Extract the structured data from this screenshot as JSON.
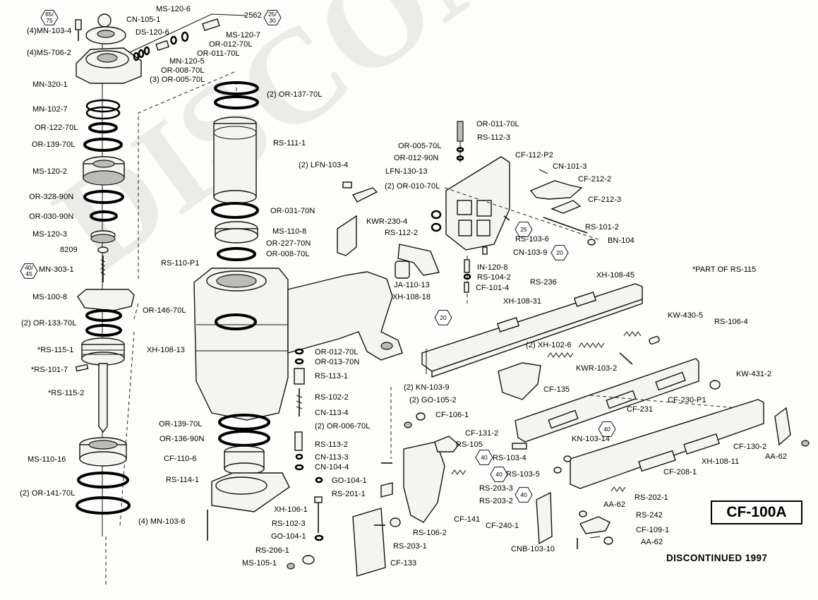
{
  "title": {
    "model": "CF-100A",
    "status": "DISCONTINUED 1997"
  },
  "note": "*PART OF RS-115",
  "watermark": "DISCONTINUED",
  "hex_badges": [
    {
      "line1": "65/",
      "line2": "75"
    },
    {
      "line1": "25/",
      "line2": "30"
    },
    {
      "line1": "40/",
      "line2": "45"
    },
    {
      "line1": "25",
      "line2": ""
    },
    {
      "line1": "20",
      "line2": ""
    },
    {
      "line1": "20",
      "line2": ""
    },
    {
      "line1": "40",
      "line2": ""
    },
    {
      "line1": "40",
      "line2": ""
    },
    {
      "line1": "40",
      "line2": ""
    },
    {
      "line1": "40",
      "line2": ""
    }
  ],
  "parts": {
    "left": [
      "(4)MN-103-4",
      "(4)MS-706-2",
      "MN-320-1",
      "MN-102-7",
      "OR-122-70L",
      "OR-139-70L",
      "MS-120-2",
      "OR-328-90N",
      "OR-030-90N",
      "MS-120-3",
      "8209",
      "MN-303-1",
      "MS-100-8",
      "(2) OR-133-70L",
      "*RS-115-1",
      "*RS-101-7",
      "*RS-115-2",
      "MS-110-16",
      "(2) OR-141-70L",
      "(4) MN-103-6"
    ],
    "cap": [
      "CN-105-1",
      "DS-120-6",
      "MS-120-6",
      "2562",
      "MS-120-7",
      "OR-012-70L",
      "OR-011-70L",
      "MN-120-5",
      "OR-008-70L",
      "(3) OR-005-70L"
    ],
    "center": [
      "(2) OR-137-70L",
      "RS-111-1",
      "OR-031-70N",
      "MS-110-8",
      "OR-227-70N",
      "OR-008-70L",
      "RS-110-P1",
      "OR-146-70L",
      "XH-108-13",
      "OR-012-70L",
      "OR-013-70N",
      "RS-113-1",
      "RS-102-2",
      "CN-113-4",
      "(2) OR-006-70L",
      "OR-139-70L",
      "OR-136-90N",
      "RS-113-2",
      "CF-110-6",
      "CN-113-3",
      "CN-104-4",
      "RS-114-1",
      "GO-104-1",
      "RS-201-1",
      "XH-106-1",
      "RS-102-3",
      "GO-104-1",
      "RS-206-1",
      "MS-105-1",
      "XH-108-18",
      "JA-110-13",
      "KWR-230-4",
      "RS-112-2",
      "(2) LFN-103-4",
      "LFN-130-13"
    ],
    "head": [
      "OR-011-70L",
      "RS-112-3",
      "OR-005-70L",
      "OR-012-90N",
      "CF-112-P2",
      "CN-101-3",
      "CF-212-2",
      "(2) OR-010-70L",
      "CF-212-3",
      "RS-101-2",
      "RS-103-6",
      "BN-104",
      "CN-103-9",
      "IN-120-8",
      "RS-104-2",
      "CF-101-4"
    ],
    "magazine": [
      "RS-236",
      "XH-108-45",
      "XH-108-31",
      "KW-430-5",
      "RS-106-4",
      "(2) XH-102-6",
      "KWR-103-2",
      "CF-135",
      "KW-431-2",
      "CF-230-P1",
      "CF-231",
      "CF-130-2",
      "AA-62",
      "(2) KN-103-9",
      "(2) GO-105-2",
      "CF-106-1",
      "CF-131-2",
      "RS-105",
      "KN-103-14",
      "RS-103-4",
      "RS-103-5",
      "XH-108-11",
      "CF-208-1",
      "RS-203-3",
      "RS-203-2",
      "CF-141",
      "RS-202-1",
      "AA-62",
      "RS-242",
      "CF-240-1",
      "CF-109-1",
      "AA-62",
      "CNB-103-10",
      "RS-106-2",
      "RS-203-1",
      "CF-133"
    ]
  }
}
